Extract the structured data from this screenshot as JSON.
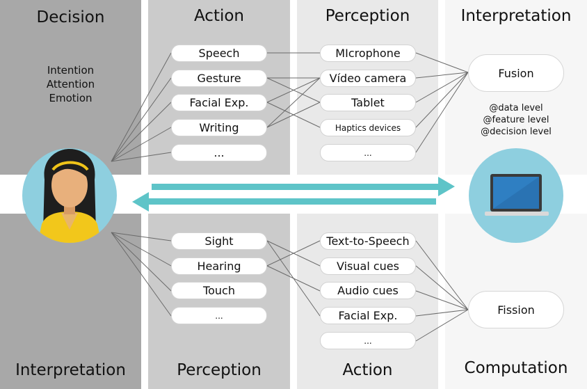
{
  "headings": {
    "top": [
      "Decision",
      "Action",
      "Perception",
      "Interpretation"
    ],
    "bottom": [
      "Interpretation",
      "Perception",
      "Action",
      "Computation"
    ]
  },
  "human_states": [
    "Intention",
    "Attention",
    "Emotion"
  ],
  "human_actions": [
    "Speech",
    "Gesture",
    "Facial Exp.",
    "Writing",
    "..."
  ],
  "input_devices": [
    "MIcrophone",
    "Vídeo camera",
    "Tablet",
    "Haptics devices",
    "..."
  ],
  "fusion": {
    "label": "Fusion",
    "levels": [
      "@data level",
      "@feature level",
      "@decision level"
    ]
  },
  "human_senses": [
    "Sight",
    "Hearing",
    "Touch",
    "..."
  ],
  "outputs": [
    "Text-to-Speech",
    "Visual cues",
    "Audio cues",
    "Facial Exp.",
    "..."
  ],
  "fission": {
    "label": "Fission"
  },
  "colors": {
    "decision_col": "#a8a8a8",
    "action_col": "#cbcbcb",
    "perception_col": "#e9e9e9",
    "interp_col": "#f6f6f6",
    "arrow": "#5ec4c8",
    "circle": "#8ecfdf"
  }
}
